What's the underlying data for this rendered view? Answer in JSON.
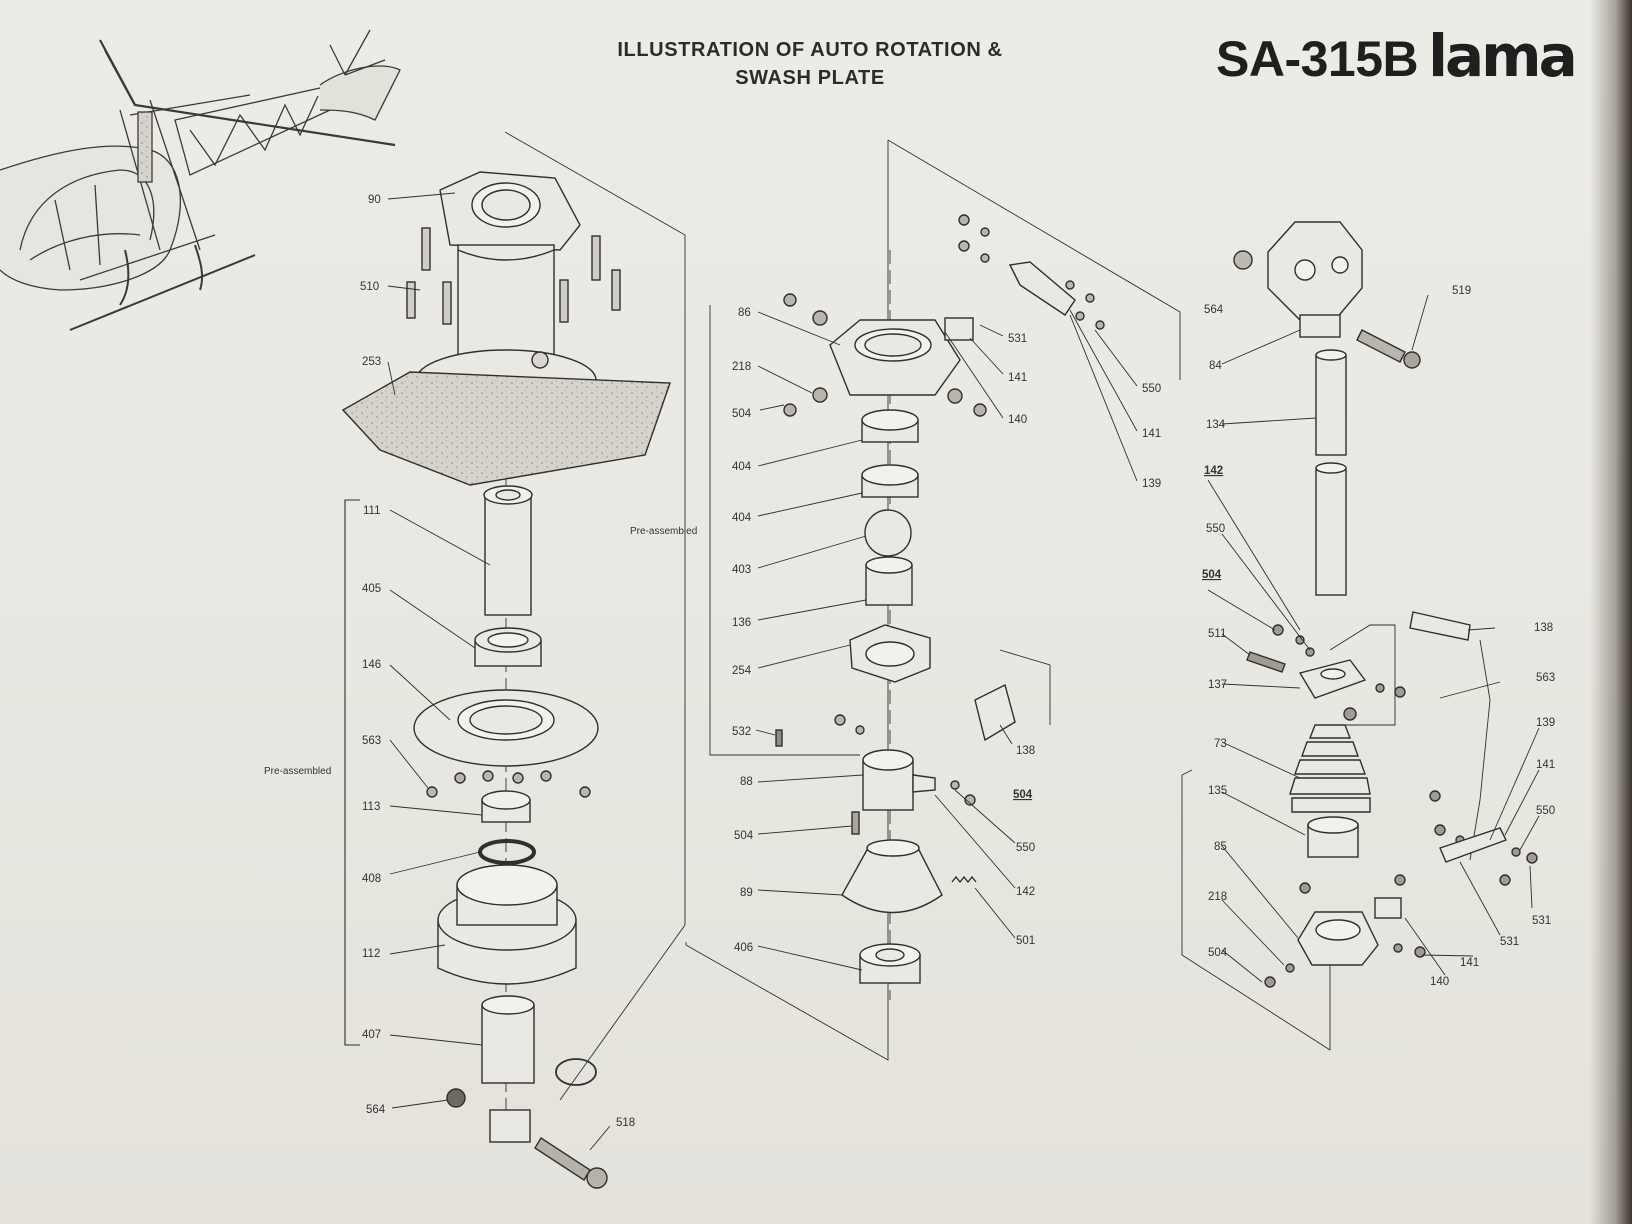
{
  "header": {
    "title_line1": "ILLUSTRATION OF AUTO ROTATION &",
    "title_line2": "SWASH PLATE",
    "model": "SA-315B",
    "brand": "lama"
  },
  "notes": {
    "pre_assembled_left": "Pre-assembled",
    "pre_assembled_center": "Pre-assembled"
  },
  "parts": {
    "left": {
      "p90": "90",
      "p510": "510",
      "p253": "253",
      "p111": "111",
      "p405": "405",
      "p146": "146",
      "p563": "563",
      "p113": "113",
      "p408": "408",
      "p112": "112",
      "p407": "407",
      "p564": "564",
      "p518": "518"
    },
    "center": {
      "p86": "86",
      "p218": "218",
      "p504a": "504",
      "p404a": "404",
      "p404b": "404",
      "p403": "403",
      "p136": "136",
      "p254": "254",
      "p532": "532",
      "p88": "88",
      "p504b": "504",
      "p89": "89",
      "p406": "406",
      "p531": "531",
      "p141a": "141",
      "p140": "140",
      "p550a": "550",
      "p141b": "141",
      "p139": "139",
      "p138": "138",
      "p504c": "504",
      "p550b": "550",
      "p142": "142",
      "p501": "501"
    },
    "right": {
      "p564": "564",
      "p519": "519",
      "p84": "84",
      "p134": "134",
      "p142": "142",
      "p550": "550",
      "p504": "504",
      "p511": "511",
      "p138": "138",
      "p137": "137",
      "p563": "563",
      "p73": "73",
      "p139": "139",
      "p135": "135",
      "p141a": "141",
      "p550b": "550",
      "p85": "85",
      "p218": "218",
      "p531a": "531",
      "p531b": "531",
      "p504b": "504",
      "p141b": "141",
      "p140": "140"
    }
  }
}
